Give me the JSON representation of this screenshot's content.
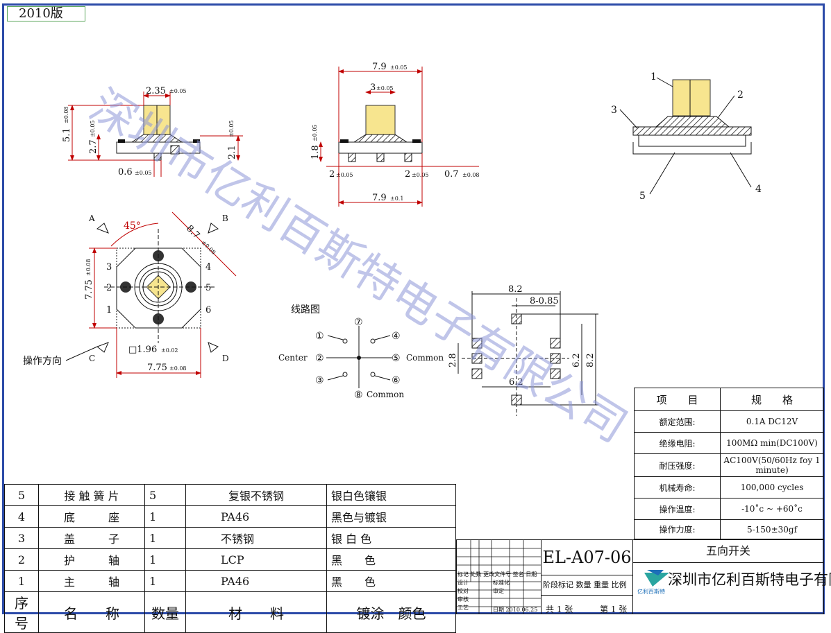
{
  "version_label": "2010版",
  "watermark": "深圳市亿利百斯特电子有限公司",
  "side_view": {
    "dim_width": "2.35",
    "dim_width_tol": "±0.05",
    "dim_height": "5.1",
    "dim_height_tol": "±0.08",
    "dim_mid": "2.7",
    "dim_mid_tol": "±0.05",
    "dim_right": "2.1",
    "dim_right_tol": "±0.05",
    "dim_pin": "0.6",
    "dim_pin_tol": "±0.05"
  },
  "front_view": {
    "dim_top": "7.9",
    "dim_top_tol": "±0.05",
    "dim_actuator": "3",
    "dim_actuator_tol": "±0.05",
    "dim_height": "1.8",
    "dim_height_tol": "±0.05",
    "dim_left_pitch": "2",
    "dim_left_pitch_tol": "±0.05",
    "dim_right_pitch": "2",
    "dim_right_pitch_tol": "±0.05",
    "dim_pin": "0.7",
    "dim_pin_tol": "±0.08",
    "dim_bottom": "7.9",
    "dim_bottom_tol": "±0.1"
  },
  "top_view": {
    "angle": "45°",
    "label_a": "A",
    "label_b": "B",
    "label_c": "C",
    "label_d": "D",
    "diag": "8.7",
    "diag_tol": "±0.08",
    "height": "7.75",
    "height_tol": "±0.08",
    "width": "7.75",
    "width_tol": "±0.08",
    "square": "□1.96",
    "square_tol": "±0.02",
    "pins_left": [
      "3",
      "2",
      "1"
    ],
    "pins_right": [
      "4",
      "5",
      "6"
    ],
    "direction_label": "操作方向"
  },
  "circuit": {
    "title": "线路图",
    "center": "Center",
    "common_right": "Common",
    "common_bottom": "Common",
    "nodes": [
      "①",
      "②",
      "③",
      "④",
      "⑤",
      "⑥",
      "⑦",
      "⑧"
    ]
  },
  "pcb": {
    "dim_top": "8.2",
    "dim_inner": "8-0.85",
    "dim_left": "2.8",
    "dim_bottom": "6.2",
    "dim_right_inner": "6.2",
    "dim_right_outer": "8.2"
  },
  "exploded": {
    "callouts": [
      "1",
      "2",
      "3",
      "4",
      "5"
    ]
  },
  "specs": {
    "header": [
      "项　　目",
      "规　　格"
    ],
    "rows": [
      [
        "额定范围:",
        "0.1A DC12V"
      ],
      [
        "绝缘电阻:",
        "100MΩ min(DC100V)"
      ],
      [
        "耐压强度:",
        "AC100V(50/60Hz foy 1 minute)"
      ],
      [
        "机械寿命:",
        "100,000 cycles"
      ],
      [
        "操作温度:",
        "-10˚c ~ +60˚c"
      ],
      [
        "操作力度:",
        "5-150±30gf"
      ]
    ]
  },
  "bom": {
    "rows": [
      [
        "5",
        "接 触 簧 片",
        "5",
        "复银不锈钢",
        "银白色镶银"
      ],
      [
        "4",
        "底　　　座",
        "1",
        "PA46",
        "黑色与镀银"
      ],
      [
        "3",
        "盖　　　子",
        "1",
        "不锈钢",
        "银 白 色"
      ],
      [
        "2",
        "护　　　轴",
        "1",
        "LCP",
        "黑　　色"
      ],
      [
        "1",
        "主　　　轴",
        "1",
        "PA46",
        "黑　　色"
      ]
    ],
    "header": [
      "序号",
      "名　　称",
      "数量",
      "材　　料",
      "镀涂　颜色"
    ]
  },
  "title_block": {
    "part_no": "EL-A07-06",
    "product": "五向开关",
    "company": "深圳市亿利百斯特电子有限公司",
    "logo_sub": "亿利百斯特",
    "rev_headers": [
      "标记",
      "处数",
      "更改文件号",
      "签名",
      "日期"
    ],
    "roles": [
      "设计",
      "校对",
      "审核",
      "工艺"
    ],
    "role_cols": [
      "标准化",
      "审定",
      "日期"
    ],
    "date": "2010.06.25",
    "stage": "阶段标记",
    "qty": "数量",
    "weight": "重量",
    "scale": "比例",
    "sheets": "共 1 张",
    "sheet_no": "第 1 张"
  },
  "colors": {
    "frame": "#2b4aa8",
    "dimension": "#c00000",
    "actuator": "#f7e58f",
    "watermark": "#8d96d8"
  }
}
